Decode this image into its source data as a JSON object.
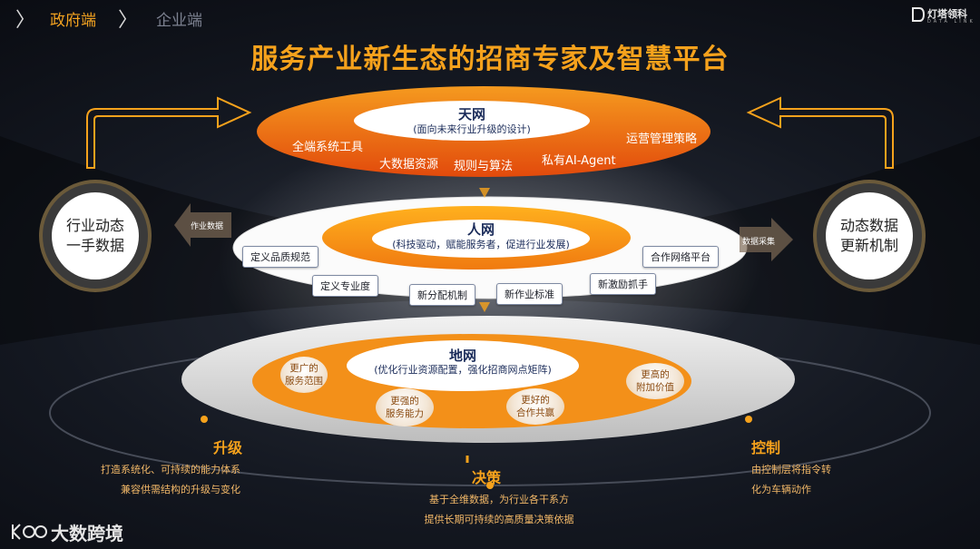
{
  "nav": {
    "active": "政府端",
    "inactive": "企业端"
  },
  "brand": {
    "name": "灯塔领科",
    "sub": "DATA LINK"
  },
  "title": "服务产业新生态的招商专家及智慧平台",
  "tianwang": {
    "title": "天网",
    "subtitle": "(面向未来行业升级的设计)",
    "labels": [
      "全端系统工具",
      "大数据资源",
      "规则与算法",
      "私有AI-Agent",
      "运营管理策略"
    ]
  },
  "renwang": {
    "title": "人网",
    "subtitle": "(科技驱动，赋能服务者，促进行业发展)",
    "boxes": [
      "定义品质规范",
      "定义专业度",
      "新分配机制",
      "新作业标准",
      "新激励抓手",
      "合作网络平台"
    ]
  },
  "diwang": {
    "title": "地网",
    "subtitle": "(优化行业资源配置，强化招商网点矩阵)",
    "bubbles": [
      "更广的\n服务范围",
      "更强的\n服务能力",
      "更好的\n合作共赢",
      "更高的\n附加价值"
    ]
  },
  "left_circle": "行业动态\n一手数据",
  "right_circle": "动态数据\n更新机制",
  "left_arrow_label": "作业数据",
  "right_arrow_label": "数据采集",
  "upgrade": {
    "title": "升级",
    "lines": [
      "打造系统化、可持续的能力体系",
      "兼容供需结构的升级与变化"
    ]
  },
  "decision": {
    "title": "决策",
    "lines": [
      "基于全维数据，为行业各干系方",
      "提供长期可持续的高质量决策依据"
    ]
  },
  "control": {
    "title": "控制",
    "lines": [
      "由控制层将指令转",
      "化为车辆动作"
    ]
  },
  "footer": {
    "logo": "大数跨境"
  },
  "colors": {
    "accent": "#f6a21c",
    "orange_dark": "#e8600c",
    "navy": "#1b2c5a"
  }
}
